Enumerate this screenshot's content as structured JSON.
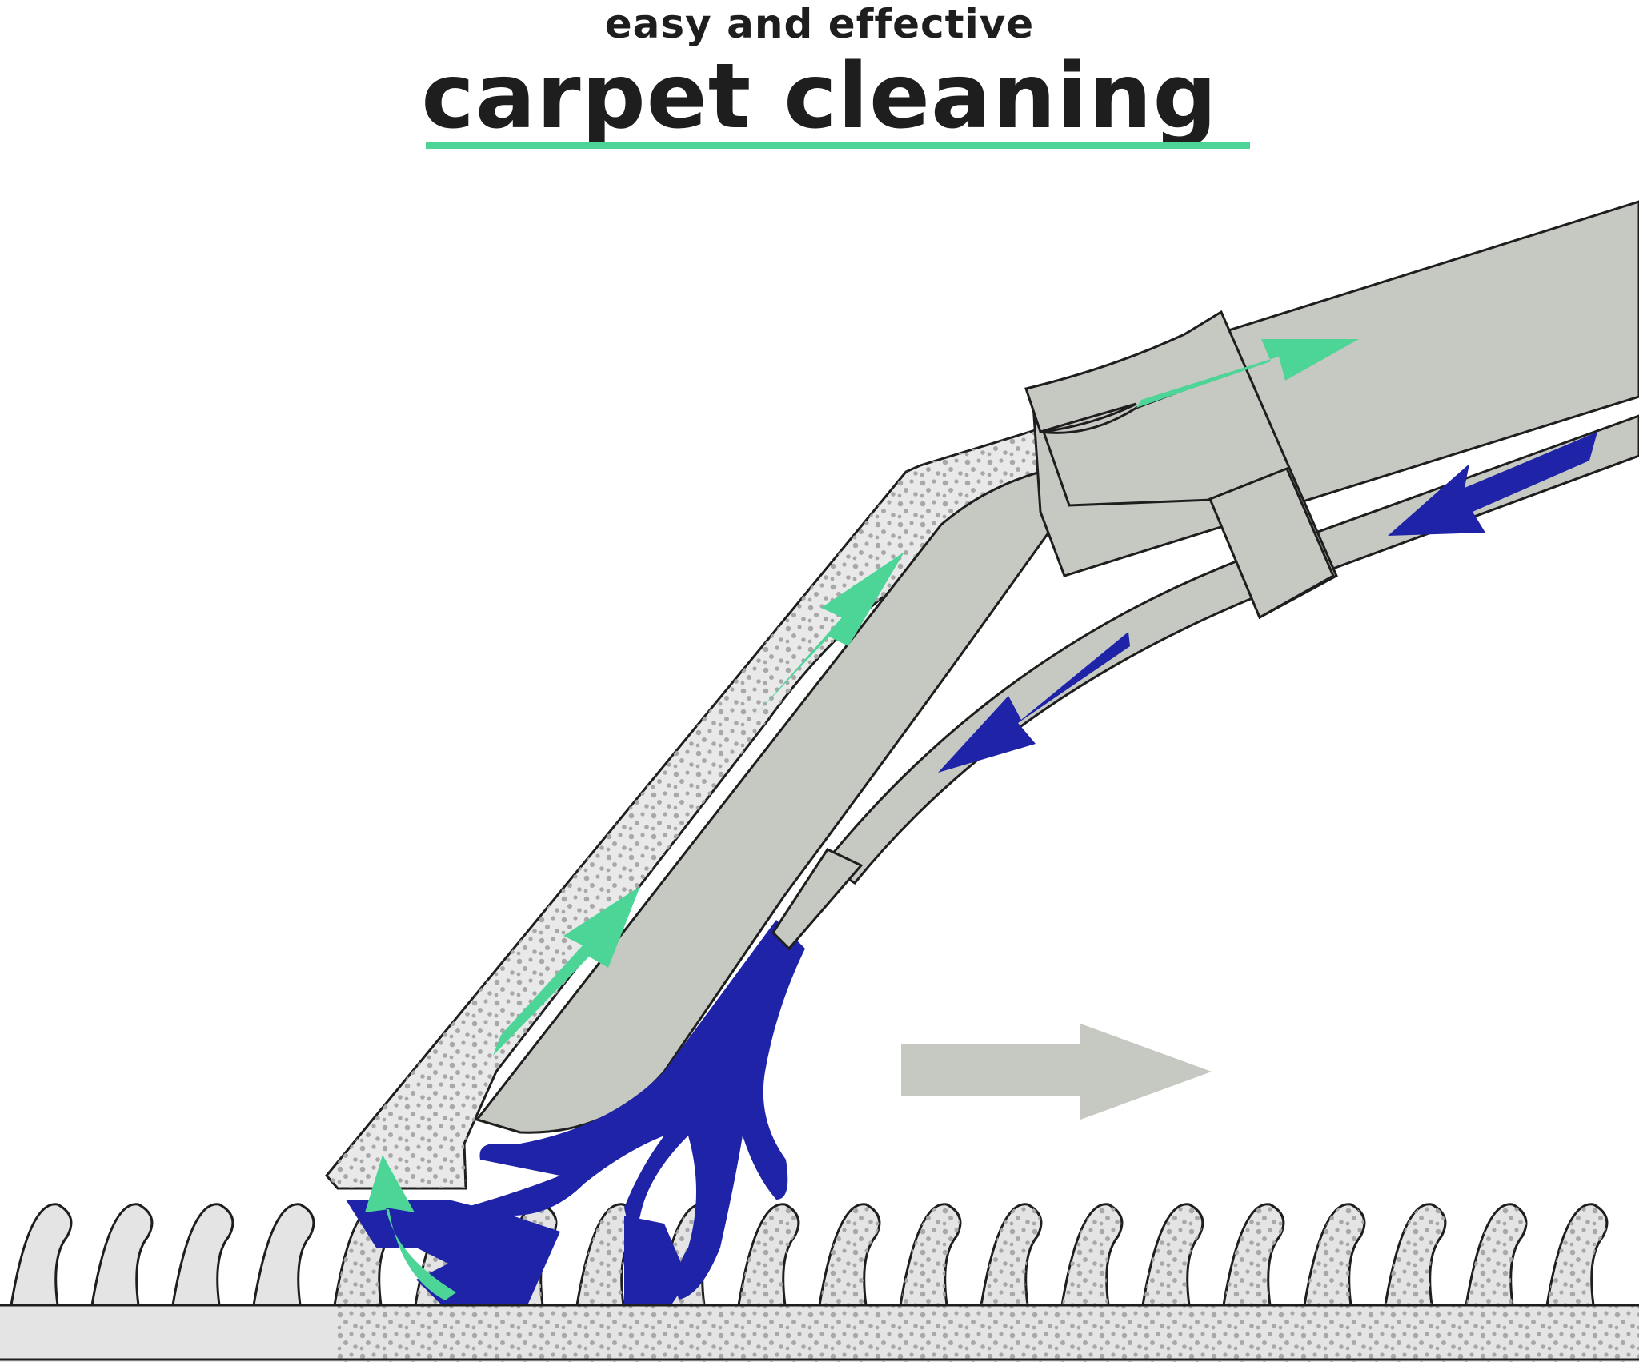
{
  "header": {
    "subtitle": "easy and effective",
    "title": "carpet cleaning"
  },
  "colors": {
    "accent_green": "#4cd597",
    "water_blue": "#1f23a8",
    "tool_gray": "#c6c8c2",
    "carpet_light": "#e4e4e4",
    "dot_gray": "#a8a8a8",
    "outline": "#1e1e1e"
  },
  "diagram": {
    "arrow_icons": [
      "extraction-arrow-icon",
      "water-flow-arrow-icon",
      "direction-arrow-icon"
    ],
    "carpet_tufts": 20
  }
}
